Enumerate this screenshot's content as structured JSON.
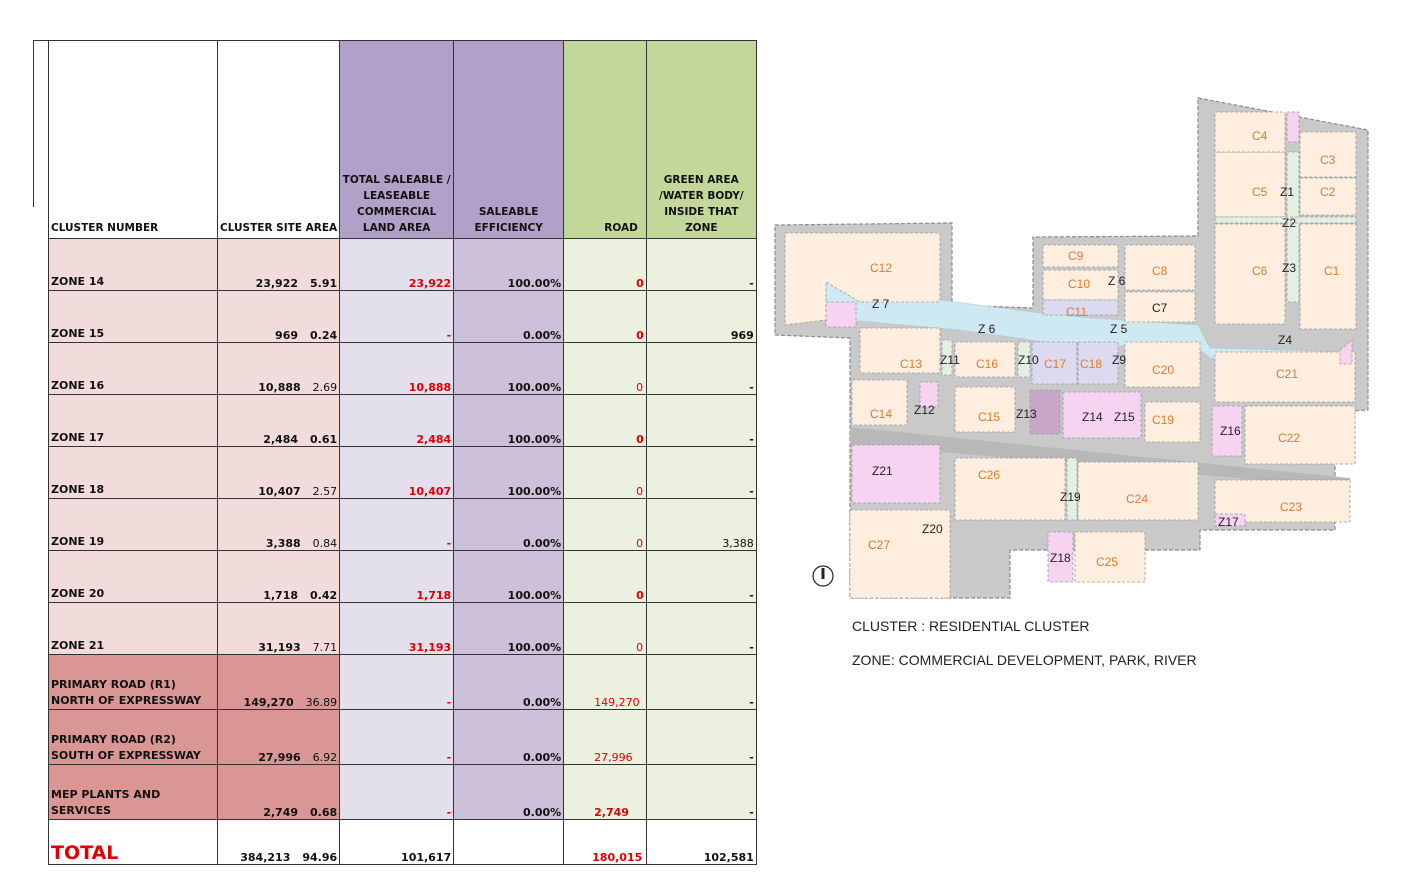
{
  "table": {
    "headers": {
      "cluster_number": "CLUSTER  NUMBER",
      "site_area": "CLUSTER SITE AREA",
      "saleable": "TOTAL SALEABLE / LEASEABLE COMMERCIAL  LAND AREA",
      "efficiency": "SALEABLE EFFICIENCY",
      "road": "ROAD",
      "green": "GREEN AREA /WATER BODY/ INSIDE THAT ZONE"
    },
    "rows": [
      {
        "name": "ZONE 14",
        "area": "23,922",
        "ha": "5.91",
        "saleable": "23,922",
        "eff": "100.00%",
        "road": "0",
        "green": "-"
      },
      {
        "name": "ZONE 15",
        "area": "969",
        "ha": "0.24",
        "saleable": "-",
        "eff": "0.00%",
        "road": "0",
        "green": "969"
      },
      {
        "name": "ZONE 16",
        "area": "10,888",
        "ha": "2.69",
        "saleable": "10,888",
        "eff": "100.00%",
        "road": "0",
        "green": "-"
      },
      {
        "name": "ZONE 17",
        "area": "2,484",
        "ha": "0.61",
        "saleable": "2,484",
        "eff": "100.00%",
        "road": "0",
        "green": "-"
      },
      {
        "name": "ZONE 18",
        "area": "10,407",
        "ha": "2.57",
        "saleable": "10,407",
        "eff": "100.00%",
        "road": "0",
        "green": "-"
      },
      {
        "name": "ZONE 19",
        "area": "3,388",
        "ha": "0.84",
        "saleable": "-",
        "eff": "0.00%",
        "road": "0",
        "green": "3,388"
      },
      {
        "name": "ZONE 20",
        "area": "1,718",
        "ha": "0.42",
        "saleable": "1,718",
        "eff": "100.00%",
        "road": "0",
        "green": "-"
      },
      {
        "name": "ZONE 21",
        "area": "31,193",
        "ha": "7.71",
        "saleable": "31,193",
        "eff": "100.00%",
        "road": "0",
        "green": "-"
      },
      {
        "name": "PRIMARY ROAD (R1) NORTH OF EXPRESSWAY",
        "area": "149,270",
        "ha": "36.89",
        "saleable": "-",
        "eff": "0.00%",
        "road": "149,270",
        "green": "-"
      },
      {
        "name": "PRIMARY ROAD (R2) SOUTH OF EXPRESSWAY",
        "area": "27,996",
        "ha": "6.92",
        "saleable": "-",
        "eff": "0.00%",
        "road": "27,996",
        "green": "-"
      },
      {
        "name": "MEP PLANTS AND SERVICES",
        "area": "2,749",
        "ha": "0.68",
        "saleable": "-",
        "eff": "0.00%",
        "road": "2,749",
        "green": "-"
      }
    ],
    "total": {
      "label": "TOTAL",
      "area": "384,213",
      "ha": "94.96",
      "saleable": "101,617",
      "road": "180,015",
      "green": "102,581"
    }
  },
  "map": {
    "cluster_labels": [
      "C1",
      "C2",
      "C3",
      "C4",
      "C5",
      "C6",
      "C7",
      "C8",
      "C9",
      "C10",
      "C11",
      "C12",
      "C13",
      "C14",
      "C15",
      "C16",
      "C17",
      "C18",
      "C19",
      "C20",
      "C21",
      "C22",
      "C23",
      "C24",
      "C25",
      "C26",
      "C27"
    ],
    "zone_labels": [
      "Z1",
      "Z2",
      "Z3",
      "Z4",
      "Z 5",
      "Z 6",
      "Z 6",
      "Z 7",
      "Z9",
      "Z10",
      "Z11",
      "Z12",
      "Z13",
      "Z14",
      "Z15",
      "Z16",
      "Z17",
      "Z18",
      "Z19",
      "Z20",
      "Z21"
    ],
    "colors": {
      "cluster": "#fdeee0",
      "zone_pink": "#f6d3f0",
      "zone_lav": "#dcdaf0",
      "zone_mauve": "#c8a7c8",
      "zone_green": "#e2efe2",
      "water": "#cfe9f3",
      "road": "#c9c9c9",
      "cluster_text": "#e07b2a"
    }
  },
  "legend": {
    "cluster": "CLUSTER : RESIDENTIAL CLUSTER",
    "zone": "ZONE: COMMERCIAL DEVELOPMENT, PARK, RIVER"
  }
}
